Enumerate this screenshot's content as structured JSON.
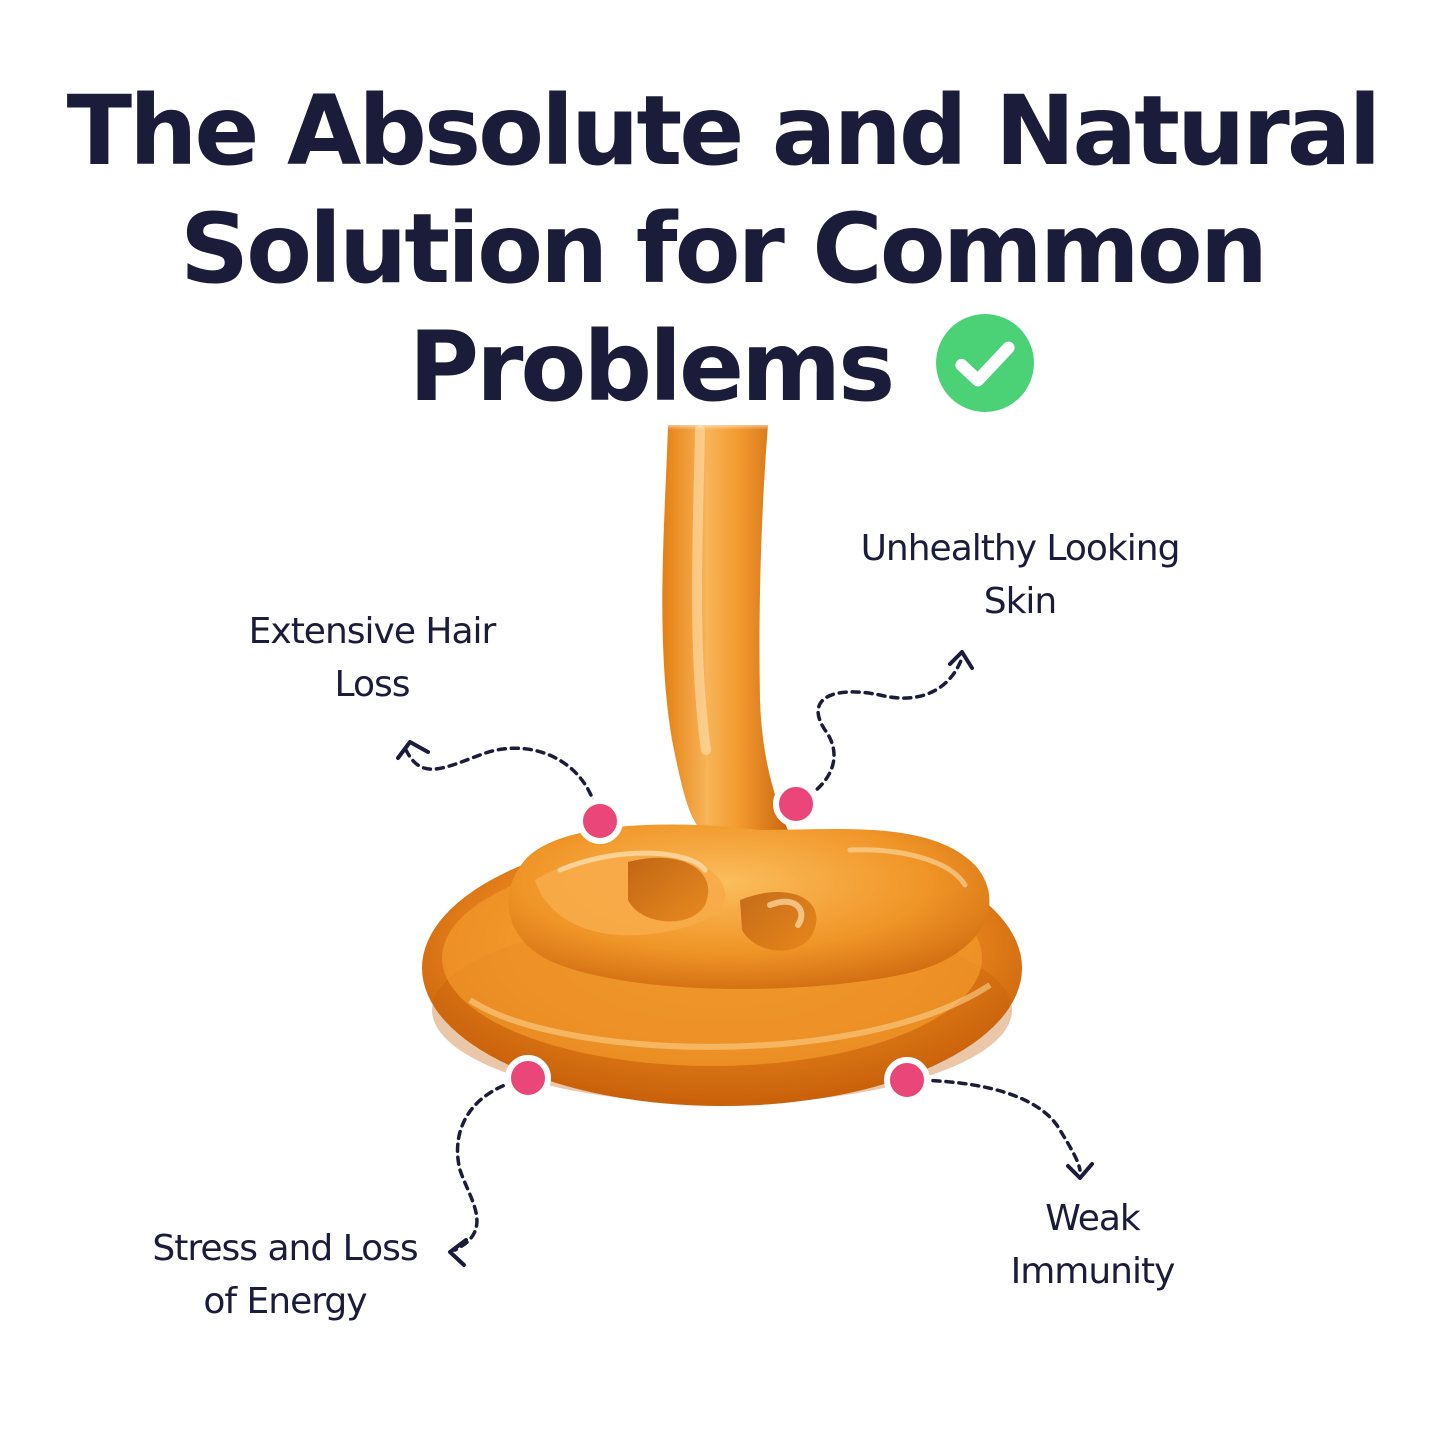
{
  "headline": {
    "line1": "The Absolute and Natural",
    "line2": "Solution for Common",
    "line3": "Problems"
  },
  "benefits": [
    {
      "line1": "Extensive Hair",
      "line2": "Loss"
    },
    {
      "line1": "Unhealthy Looking",
      "line2": "Skin"
    },
    {
      "line1": "Stress and Loss",
      "line2": "of Energy"
    },
    {
      "line1": "Weak",
      "line2": "Immunity"
    }
  ],
  "icons": {
    "headline_badge": "check-circle-icon",
    "markers": "pink-dot-icon",
    "connectors": "dotted-arrow-icon"
  },
  "colors": {
    "text": "#1b1c3a",
    "check_green": "#4bd277",
    "marker_pink": "#ea4679",
    "honey_light": "#f7a63b",
    "honey_dark": "#c8600c"
  }
}
